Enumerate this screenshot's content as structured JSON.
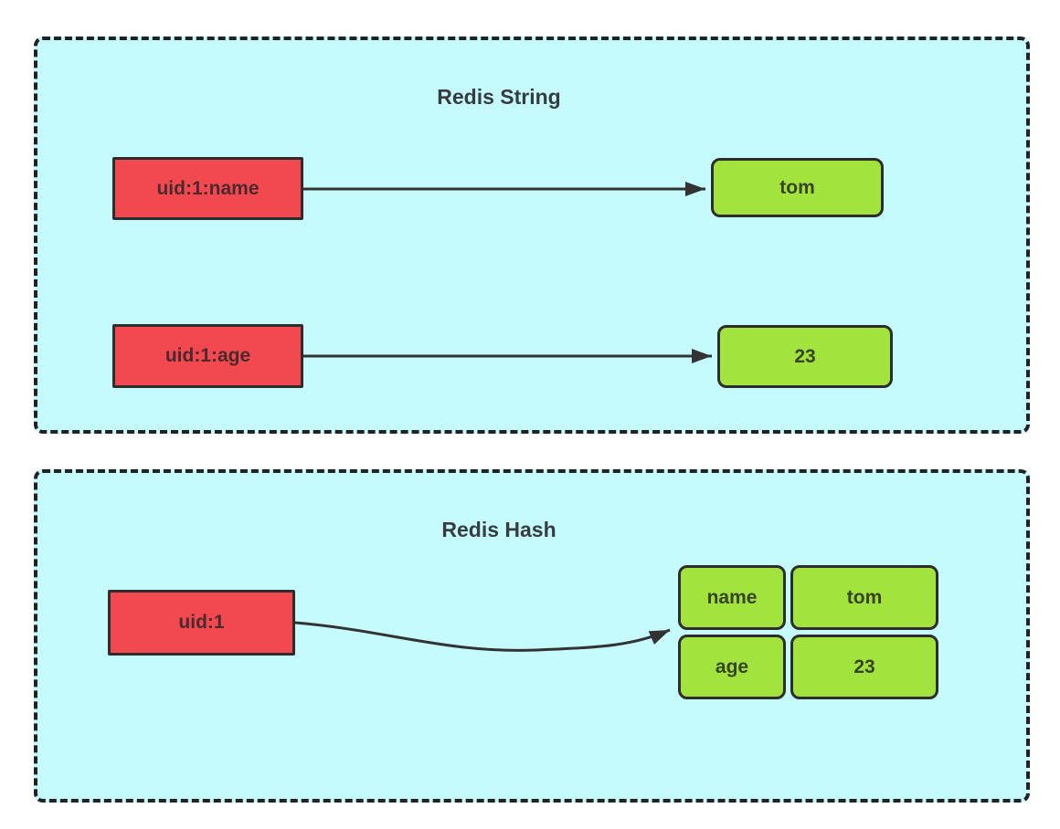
{
  "string_panel": {
    "title": "Redis String",
    "entries": [
      {
        "key": "uid:1:name",
        "value": "tom"
      },
      {
        "key": "uid:1:age",
        "value": "23"
      }
    ]
  },
  "hash_panel": {
    "title": "Redis Hash",
    "key": "uid:1",
    "fields": [
      {
        "name": "name",
        "value": "tom"
      },
      {
        "name": "age",
        "value": "23"
      }
    ]
  },
  "colors": {
    "page_bg": "#ffffff",
    "panel_bg": "#c5fbfd",
    "panel_border": "#222222",
    "key_bg": "#f2484f",
    "key_border": "#2d2d2d",
    "value_bg": "#a2e43d",
    "value_border": "#2d2d2d",
    "text": "#363c40",
    "arrow": "#333333"
  }
}
